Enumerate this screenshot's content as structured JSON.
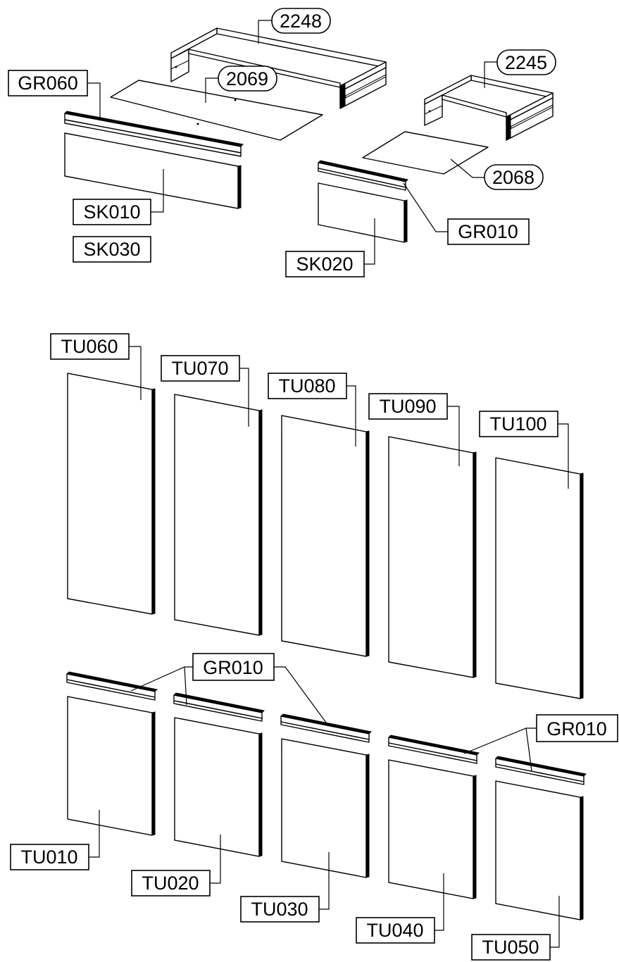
{
  "parts": {
    "p2248": "2248",
    "p2069": "2069",
    "p2245": "2245",
    "p2068": "2068",
    "gr060": "GR060",
    "gr010_top": "GR010",
    "sk010": "SK010",
    "sk030": "SK030",
    "sk020": "SK020",
    "tu060": "TU060",
    "tu070": "TU070",
    "tu080": "TU080",
    "tu090": "TU090",
    "tu100": "TU100",
    "gr010_mid": "GR010",
    "gr010_right": "GR010",
    "tu010": "TU010",
    "tu020": "TU020",
    "tu030": "TU030",
    "tu040": "TU040",
    "tu050": "TU050"
  },
  "colors": {
    "line": "#000000",
    "background": "#ffffff"
  }
}
